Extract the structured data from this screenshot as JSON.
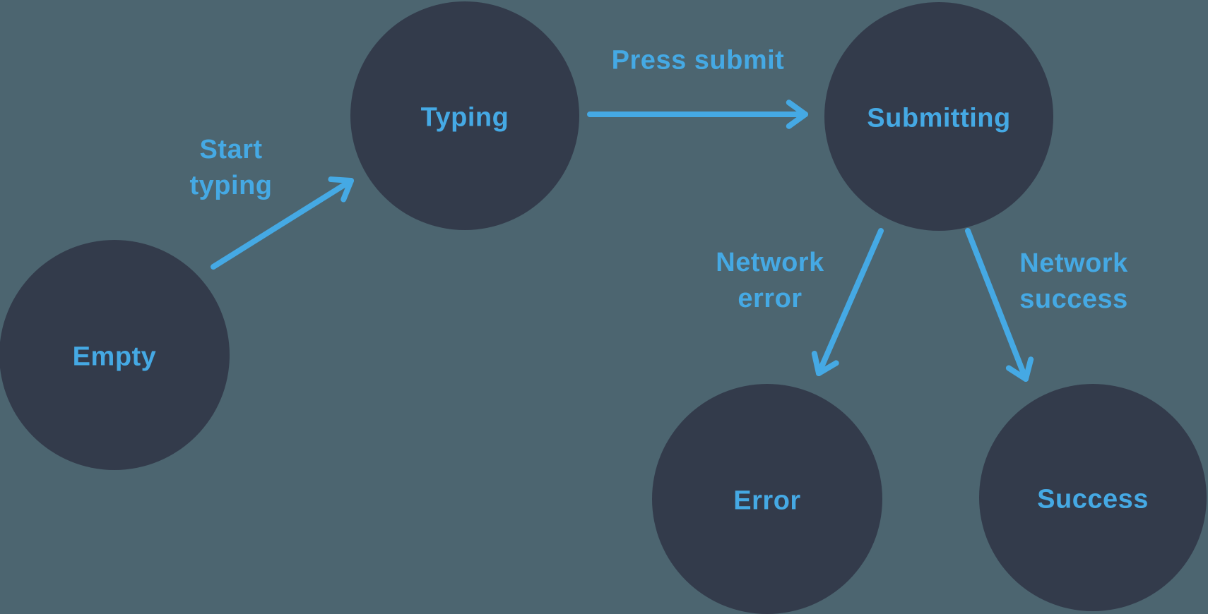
{
  "colors": {
    "background": "#4C6570",
    "node": "#333B4B",
    "accent": "#45A9E4"
  },
  "nodes": [
    {
      "id": "empty",
      "label": "Empty"
    },
    {
      "id": "typing",
      "label": "Typing"
    },
    {
      "id": "submitting",
      "label": "Submitting"
    },
    {
      "id": "error",
      "label": "Error"
    },
    {
      "id": "success",
      "label": "Success"
    }
  ],
  "edges": [
    {
      "from": "empty",
      "to": "typing",
      "label": "Start typing",
      "lines": [
        "Start",
        "typing"
      ]
    },
    {
      "from": "typing",
      "to": "submitting",
      "label": "Press submit",
      "lines": [
        "Press submit"
      ]
    },
    {
      "from": "submitting",
      "to": "error",
      "label": "Network error",
      "lines": [
        "Network",
        "error"
      ]
    },
    {
      "from": "submitting",
      "to": "success",
      "label": "Network success",
      "lines": [
        "Network",
        "success"
      ]
    }
  ]
}
